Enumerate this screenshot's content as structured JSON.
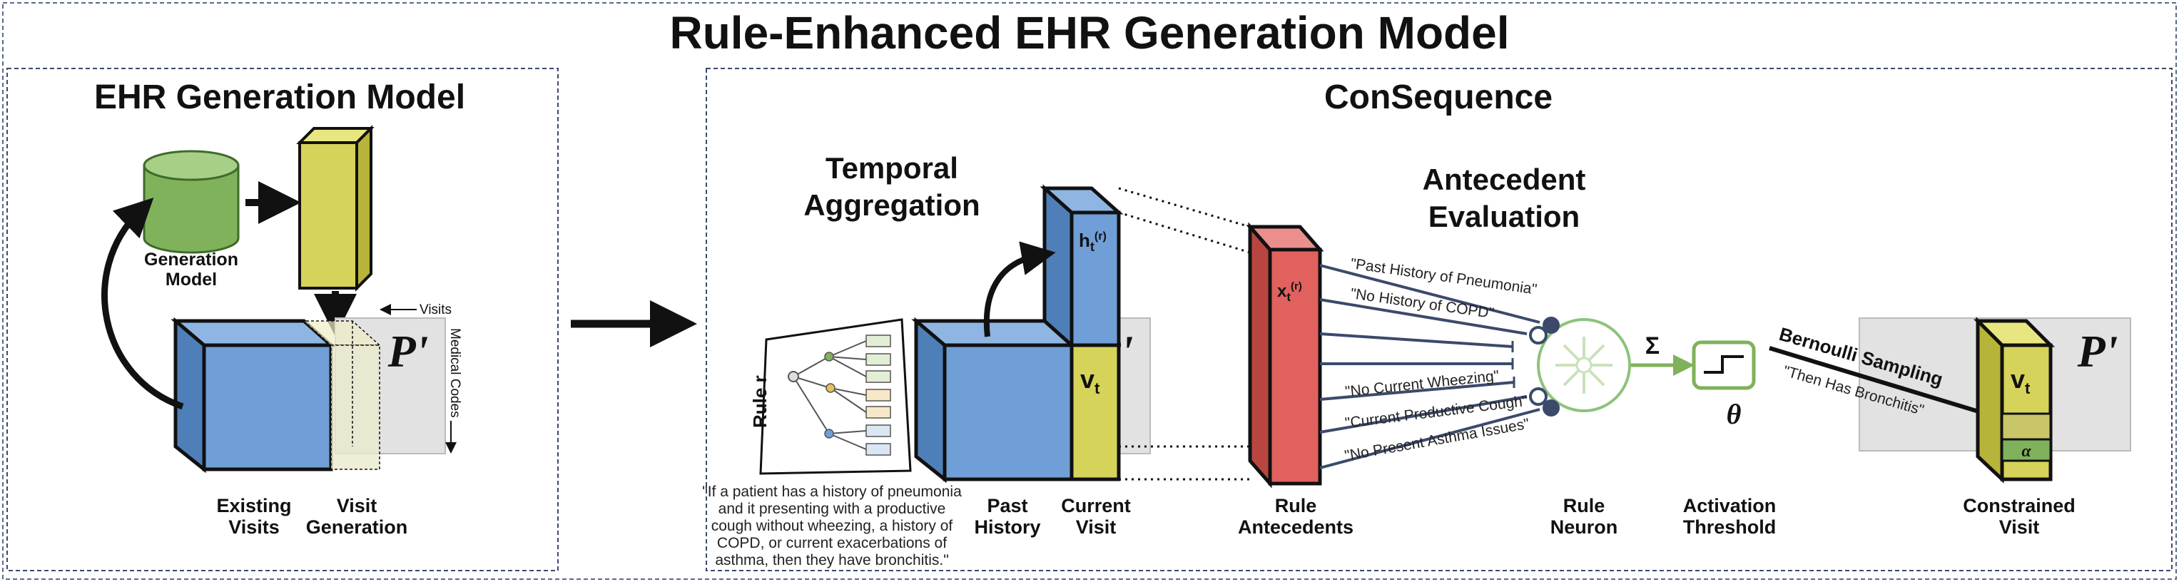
{
  "title": "Rule-Enhanced EHR Generation Model",
  "left_panel": {
    "title": "EHR Generation Model",
    "generation_model_label": [
      "Generation",
      "Model"
    ],
    "axis_visits": "Visits",
    "axis_medical_codes": "Medical Codes",
    "p_prime": "P'",
    "existing_visits_label": [
      "Existing",
      "Visits"
    ],
    "visit_generation_label": [
      "Visit",
      "Generation"
    ]
  },
  "right_panel": {
    "title": "ConSequence",
    "temporal_aggregation_title": [
      "Temporal",
      "Aggregation"
    ],
    "rule_label": "Rule r",
    "rule_text": [
      "\"If a patient has a history of pneumonia",
      "and it presenting with a productive",
      "cough without wheezing, a history of",
      "COPD, or current exacerbations of",
      "asthma, then they have bronchitis.\""
    ],
    "h_label": "h",
    "h_sub": "t",
    "h_sup": "(r)",
    "v_label": "v",
    "v_sub": "t",
    "p_prime": "P'",
    "past_history_label": [
      "Past",
      "History"
    ],
    "current_visit_label": [
      "Current",
      "Visit"
    ],
    "x_label": "x",
    "x_sub": "t",
    "x_sup": "(r)",
    "rule_antecedents_label": [
      "Rule",
      "Antecedents"
    ],
    "antecedent_evaluation_title": [
      "Antecedent",
      "Evaluation"
    ],
    "antecedents": [
      "\"Past History of Pneumonia\"",
      "\"No History of COPD\"",
      "\"No Current Wheezing\"",
      "\"Current Productive Cough\"",
      "\"No Present Asthma Issues\""
    ],
    "sigma": "Σ",
    "rule_neuron_label": [
      "Rule",
      "Neuron"
    ],
    "theta": "θ",
    "activation_threshold_label": [
      "Activation",
      "Threshold"
    ],
    "bernoulli_label": "Bernoulli Sampling",
    "consequent_quote": "\"Then Has Bronchitis\"",
    "alpha": "α",
    "v2_label": "v",
    "v2_sub": "t",
    "p_prime_2": "P'",
    "constrained_visit_label": [
      "Constrained",
      "Visit"
    ]
  },
  "colors": {
    "blue": "#6f9fd6",
    "blue_dark": "#4f7fb8",
    "yellow": "#d6d35a",
    "green_db": "#7fb25a",
    "red": "#e0615e",
    "red_light": "#ea8f8c",
    "neuron_green": "#8ec27a",
    "line_navy": "#3b4a6b"
  }
}
